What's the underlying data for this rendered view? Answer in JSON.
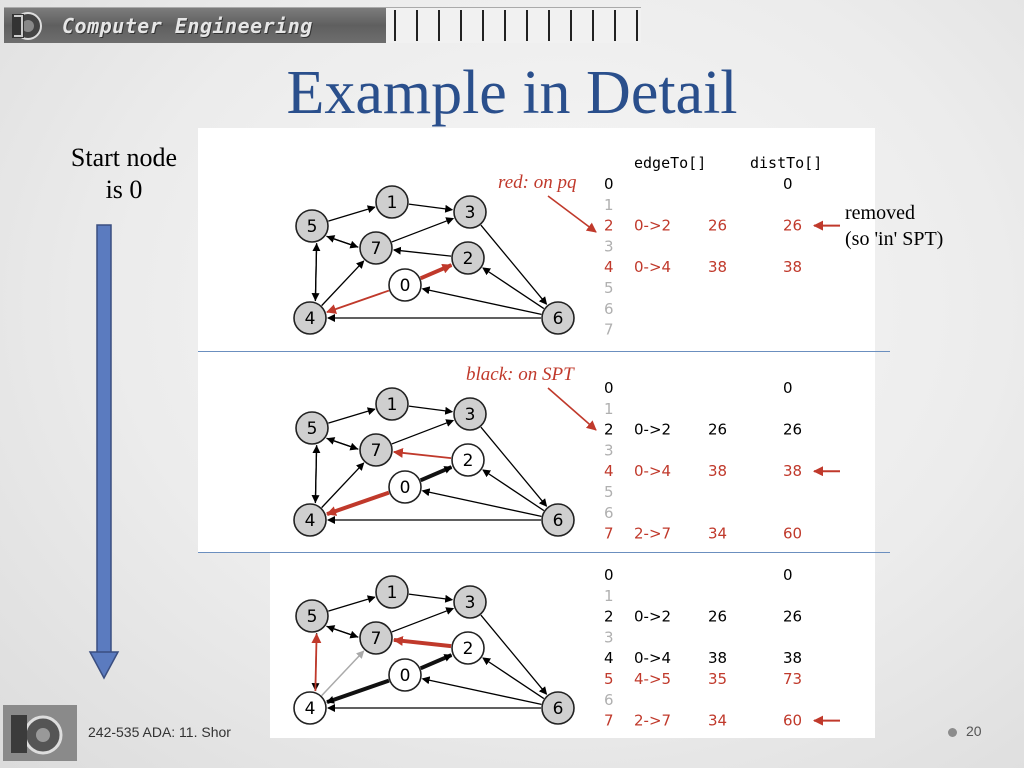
{
  "banner": {
    "title": "Computer Engineering"
  },
  "slide": {
    "title": "Example in Detail",
    "start_line1": "Start node",
    "start_line2": "is 0",
    "removed_line1": "removed",
    "removed_line2": "(so 'in' SPT)"
  },
  "footer": {
    "course": "242-535 ADA:  11. Shor",
    "page": "20"
  },
  "figure": {
    "table_headers": {
      "edgeTo": "edgeTo[]",
      "distTo": "distTo[]"
    },
    "panels": [
      {
        "annotation_label": "red",
        "annotation_rest": ": on pq",
        "rows": [
          {
            "v": "0",
            "edge": "",
            "w": "",
            "dist": "0",
            "color": "#000000"
          },
          {
            "v": "1",
            "edge": "",
            "w": "",
            "dist": "",
            "color": "#b0b0b0"
          },
          {
            "v": "2",
            "edge": "0->2",
            "w": "26",
            "dist": "26",
            "color": "#c0392b"
          },
          {
            "v": "3",
            "edge": "",
            "w": "",
            "dist": "",
            "color": "#b0b0b0"
          },
          {
            "v": "4",
            "edge": "0->4",
            "w": "38",
            "dist": "38",
            "color": "#c0392b"
          },
          {
            "v": "5",
            "edge": "",
            "w": "",
            "dist": "",
            "color": "#b0b0b0"
          },
          {
            "v": "6",
            "edge": "",
            "w": "",
            "dist": "",
            "color": "#b0b0b0"
          },
          {
            "v": "7",
            "edge": "",
            "w": "",
            "dist": "",
            "color": "#b0b0b0"
          }
        ],
        "arrow_row": "2"
      },
      {
        "annotation_label": "black",
        "annotation_rest": ": on SPT",
        "rows": [
          {
            "v": "0",
            "edge": "",
            "w": "",
            "dist": "0",
            "color": "#000000"
          },
          {
            "v": "1",
            "edge": "",
            "w": "",
            "dist": "",
            "color": "#b0b0b0"
          },
          {
            "v": "2",
            "edge": "0->2",
            "w": "26",
            "dist": "26",
            "color": "#000000"
          },
          {
            "v": "3",
            "edge": "",
            "w": "",
            "dist": "",
            "color": "#b0b0b0"
          },
          {
            "v": "4",
            "edge": "0->4",
            "w": "38",
            "dist": "38",
            "color": "#c0392b"
          },
          {
            "v": "5",
            "edge": "",
            "w": "",
            "dist": "",
            "color": "#b0b0b0"
          },
          {
            "v": "6",
            "edge": "",
            "w": "",
            "dist": "",
            "color": "#b0b0b0"
          },
          {
            "v": "7",
            "edge": "2->7",
            "w": "34",
            "dist": "60",
            "color": "#c0392b"
          }
        ],
        "arrow_row": "4"
      },
      {
        "annotation_label": "",
        "annotation_rest": "",
        "rows": [
          {
            "v": "0",
            "edge": "",
            "w": "",
            "dist": "0",
            "color": "#000000"
          },
          {
            "v": "1",
            "edge": "",
            "w": "",
            "dist": "",
            "color": "#b0b0b0"
          },
          {
            "v": "2",
            "edge": "0->2",
            "w": "26",
            "dist": "26",
            "color": "#000000"
          },
          {
            "v": "3",
            "edge": "",
            "w": "",
            "dist": "",
            "color": "#b0b0b0"
          },
          {
            "v": "4",
            "edge": "0->4",
            "w": "38",
            "dist": "38",
            "color": "#000000"
          },
          {
            "v": "5",
            "edge": "4->5",
            "w": "35",
            "dist": "73",
            "color": "#c0392b"
          },
          {
            "v": "6",
            "edge": "",
            "w": "",
            "dist": "",
            "color": "#b0b0b0"
          },
          {
            "v": "7",
            "edge": "2->7",
            "w": "34",
            "dist": "60",
            "color": "#c0392b"
          }
        ],
        "arrow_row": "7"
      }
    ]
  },
  "colors": {
    "title": "#2a4f8c",
    "red": "#c0392b",
    "node": "#cfcfcf",
    "rule": "#6b8fbf"
  }
}
